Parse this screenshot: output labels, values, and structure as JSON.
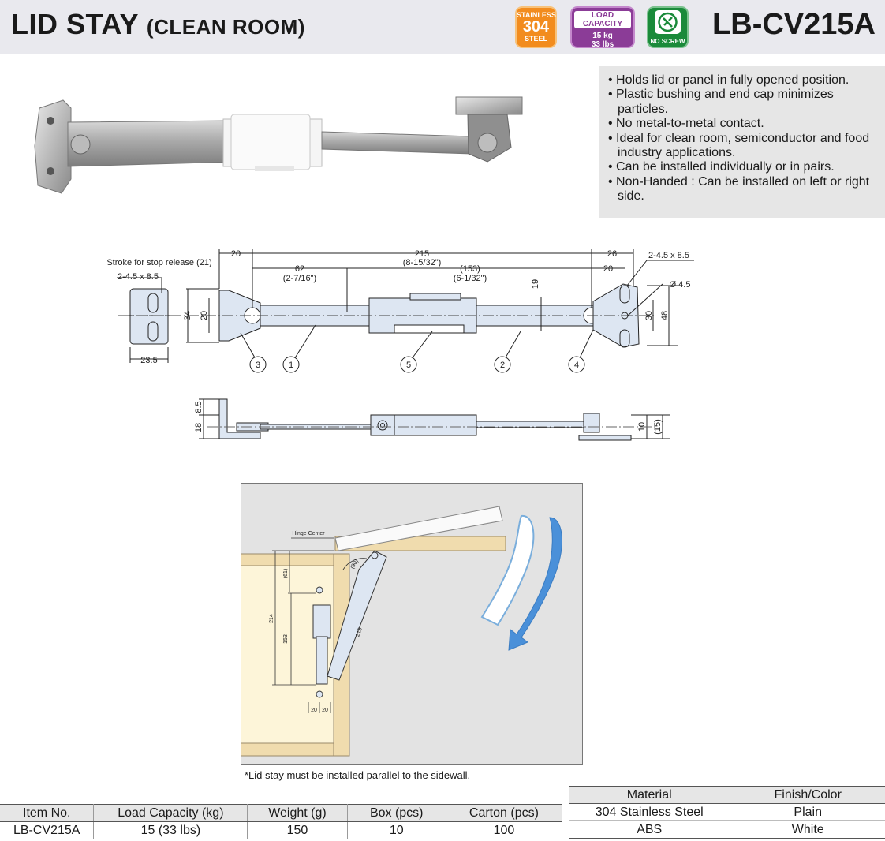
{
  "header": {
    "title": "LID STAY",
    "title_suffix": "(CLEAN ROOM)",
    "model": "LB-CV215A"
  },
  "badges": {
    "steel": {
      "line1": "STAINLESS",
      "line2": "304",
      "line3": "STEEL",
      "color": "#f28c1e"
    },
    "load": {
      "heading": "LOAD CAPACITY",
      "kg": "15 kg",
      "lbs": "33 lbs",
      "color": "#8b3c97"
    },
    "screw": {
      "label": "NO SCREW",
      "color": "#1a8a3a"
    }
  },
  "features": [
    "• Holds lid or panel in fully opened position.",
    "• Plastic bushing and end cap minimizes particles.",
    "• No metal-to-metal contact.",
    "• Ideal for clean room, semiconductor and food industry applications.",
    "• Can be installed individually or in pairs.",
    "• Non-Handed : Can be installed on left or right side."
  ],
  "drawing": {
    "stroke_label": "Stroke for stop release (21)",
    "left_slot": "2-4.5 x 8.5",
    "right_slot": "2-4.5 x 8.5",
    "dims": {
      "d20a": "20",
      "d215": "215",
      "d215_in": "(8-15/32\")",
      "d26": "26",
      "d62": "62",
      "d62_in": "(2-7/16\")",
      "d153": "(153)",
      "d153_in": "(6-1/32\")",
      "d20b": "20",
      "d19": "19",
      "d34": "34",
      "d20c": "20",
      "d235": "23.5",
      "d30": "30",
      "d48": "48",
      "dia": "Ø 4.5",
      "d85": "8.5",
      "d18": "18",
      "d10": "10",
      "d15": "(15)"
    },
    "callouts": [
      "3",
      "1",
      "5",
      "2",
      "4"
    ]
  },
  "install": {
    "hinge_label": "Hinge Center",
    "d214": "214",
    "d153": "153",
    "d61": "(61)",
    "d90": "(90)",
    "d215": "215",
    "d20l": "20",
    "d20r": "20"
  },
  "note": "*Lid stay must be installed parallel to the sidewall.",
  "spec_table": {
    "headers": [
      "Item No.",
      "Load Capacity (kg)",
      "Weight (g)",
      "Box (pcs)",
      "Carton (pcs)"
    ],
    "row": [
      "LB-CV215A",
      "15 (33 lbs)",
      "150",
      "10",
      "100"
    ]
  },
  "material_table": {
    "headers": [
      "Material",
      "Finish/Color"
    ],
    "rows": [
      [
        "304 Stainless Steel",
        "Plain"
      ],
      [
        "ABS",
        "White"
      ]
    ]
  }
}
